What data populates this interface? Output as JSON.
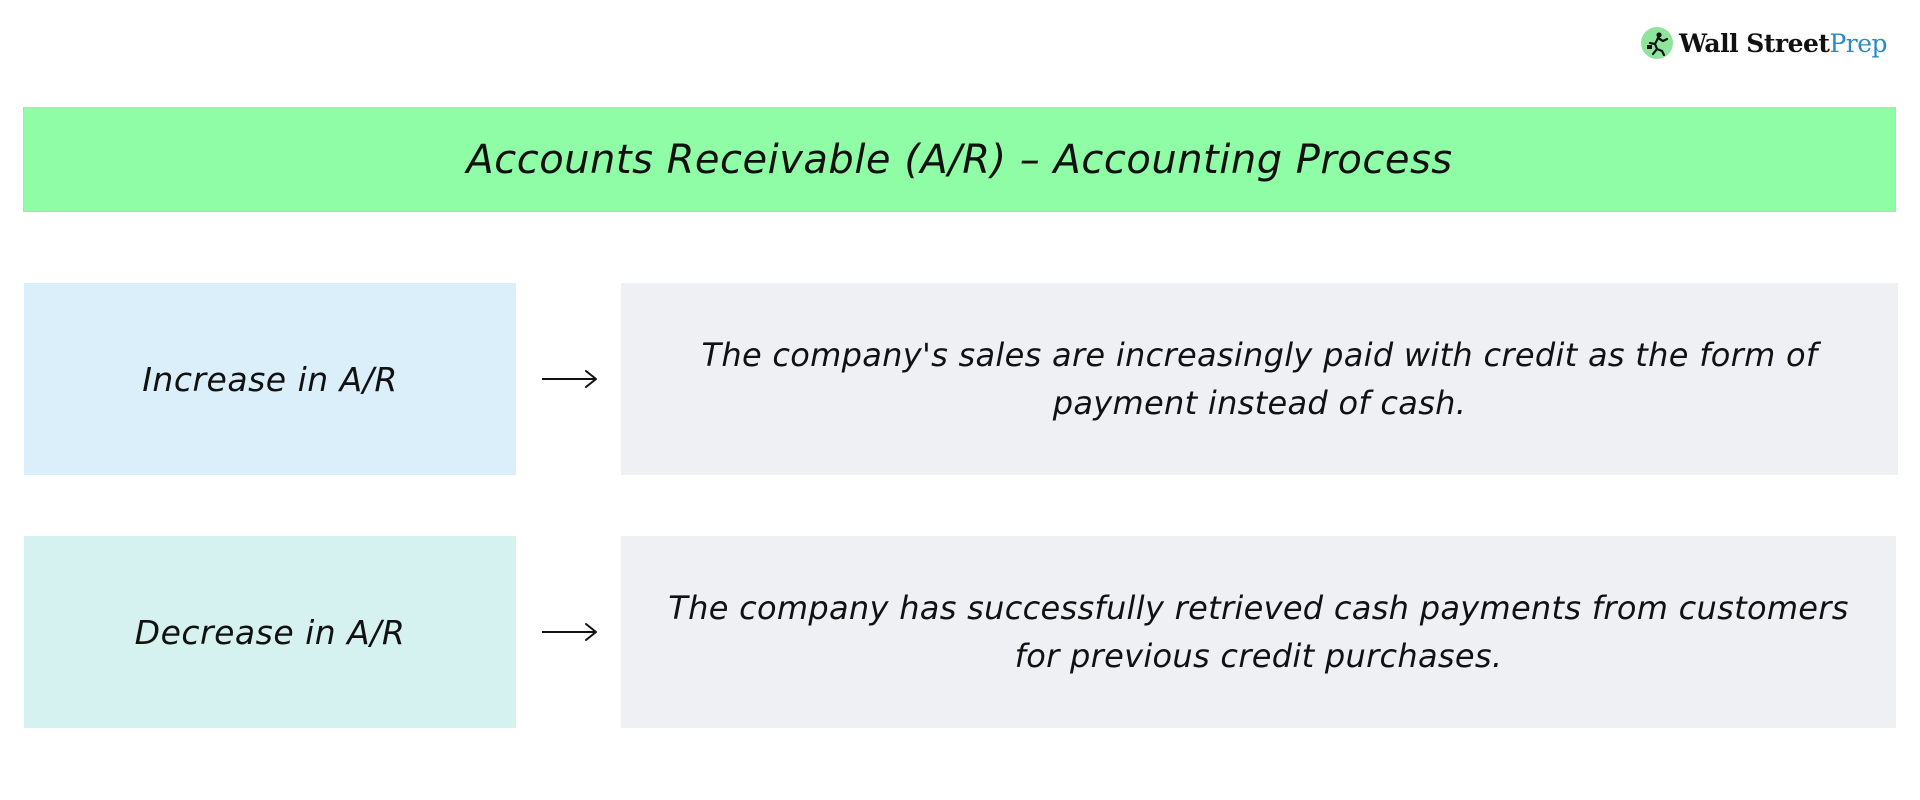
{
  "logo": {
    "brand_primary": "Wall Street",
    "brand_secondary": "Prep",
    "mark_icon": "running-man-icon",
    "colors": {
      "mark_bg": "#8fe39c",
      "primary_text": "#111111",
      "secondary_text": "#2a8bc4"
    }
  },
  "title": {
    "text": "Accounts Receivable (A/R) – Accounting Process",
    "background": "#8ffca6"
  },
  "rows": [
    {
      "label": "Increase in A/R",
      "label_background": "#dbeffa",
      "arrow_icon": "right-arrow-icon",
      "description": "The company's sales are increasingly paid with credit as the form of payment instead of cash.",
      "description_background": "#eff0f4"
    },
    {
      "label": "Decrease in A/R",
      "label_background": "#d5f2f0",
      "arrow_icon": "right-arrow-icon",
      "description": "The company has successfully retrieved cash payments from customers for previous credit purchases.",
      "description_background": "#eff0f4"
    }
  ]
}
